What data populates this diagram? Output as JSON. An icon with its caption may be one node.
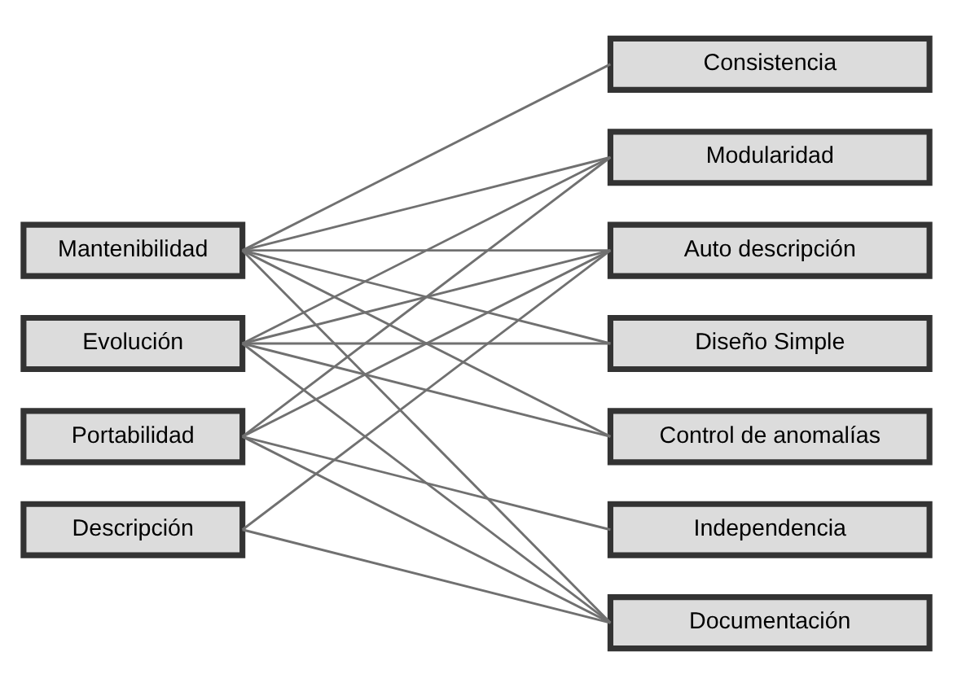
{
  "diagram": {
    "nodes": [
      {
        "text": [
          "Mantenibilidad"
        ]
      },
      {
        "text": [
          "Evolución"
        ]
      },
      {
        "text": [
          "Portabilidad"
        ]
      },
      {
        "text": [
          "Descripción"
        ]
      },
      {
        "text": [
          "Consistencia"
        ]
      },
      {
        "text": [
          "Modularidad"
        ]
      },
      {
        "text": [
          "Auto descripción"
        ]
      },
      {
        "text": [
          "Diseño Simple"
        ]
      },
      {
        "text": [
          "Control de anomalías"
        ]
      },
      {
        "text": [
          "Independencia"
        ]
      },
      {
        "text": [
          "Documentación"
        ]
      }
    ],
    "edges": [
      {
        "from": 0,
        "to": 4,
        "arrow": "none"
      },
      {
        "from": 0,
        "to": 5,
        "arrow": "none"
      },
      {
        "from": 0,
        "to": 6,
        "arrow": "none"
      },
      {
        "from": 0,
        "to": 7,
        "arrow": "none"
      },
      {
        "from": 0,
        "to": 8,
        "arrow": "none"
      },
      {
        "from": 0,
        "to": 10,
        "arrow": "none"
      },
      {
        "from": 1,
        "to": 5,
        "arrow": "none"
      },
      {
        "from": 1,
        "to": 6,
        "arrow": "none"
      },
      {
        "from": 1,
        "to": 7,
        "arrow": "none"
      },
      {
        "from": 1,
        "to": 8,
        "arrow": "none"
      },
      {
        "from": 1,
        "to": 10,
        "arrow": "none"
      },
      {
        "from": 2,
        "to": 5,
        "arrow": "none"
      },
      {
        "from": 2,
        "to": 6,
        "arrow": "none"
      },
      {
        "from": 2,
        "to": 9,
        "arrow": "none"
      },
      {
        "from": 2,
        "to": 10,
        "arrow": "none"
      },
      {
        "from": 3,
        "to": 6,
        "arrow": "none"
      },
      {
        "from": 3,
        "to": 10,
        "arrow": "none"
      }
    ]
  }
}
